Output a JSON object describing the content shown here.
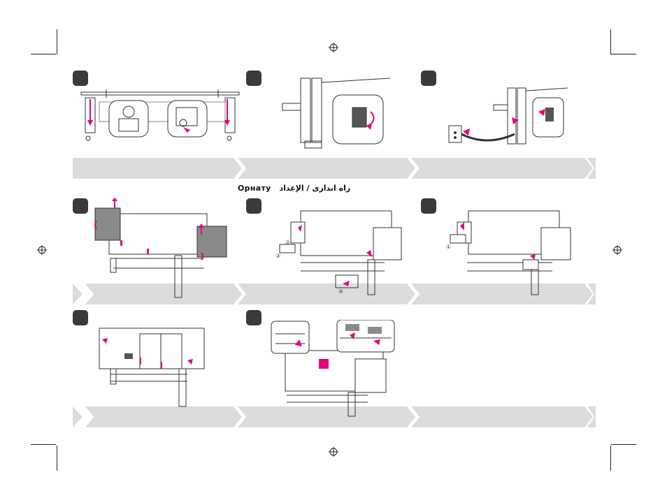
{
  "page": {
    "title_latin": "Орнату",
    "title_arabic": "راه اندازی / الإعداد"
  },
  "steps": [
    {
      "id": 1,
      "label": ""
    },
    {
      "id": 2,
      "label": ""
    },
    {
      "id": 3,
      "label": ""
    },
    {
      "id": 4,
      "label": ""
    },
    {
      "id": 5,
      "label": ""
    },
    {
      "id": 6,
      "label": ""
    },
    {
      "id": 7,
      "label": ""
    },
    {
      "id": 8,
      "label": ""
    }
  ],
  "callouts": {
    "c1": "①",
    "c2": "②",
    "c3": "③",
    "c4": "④"
  },
  "colors": {
    "accent": "#e5007e",
    "band": "#dcdcdc",
    "badge": "#3a3a3a",
    "line": "#333333"
  }
}
